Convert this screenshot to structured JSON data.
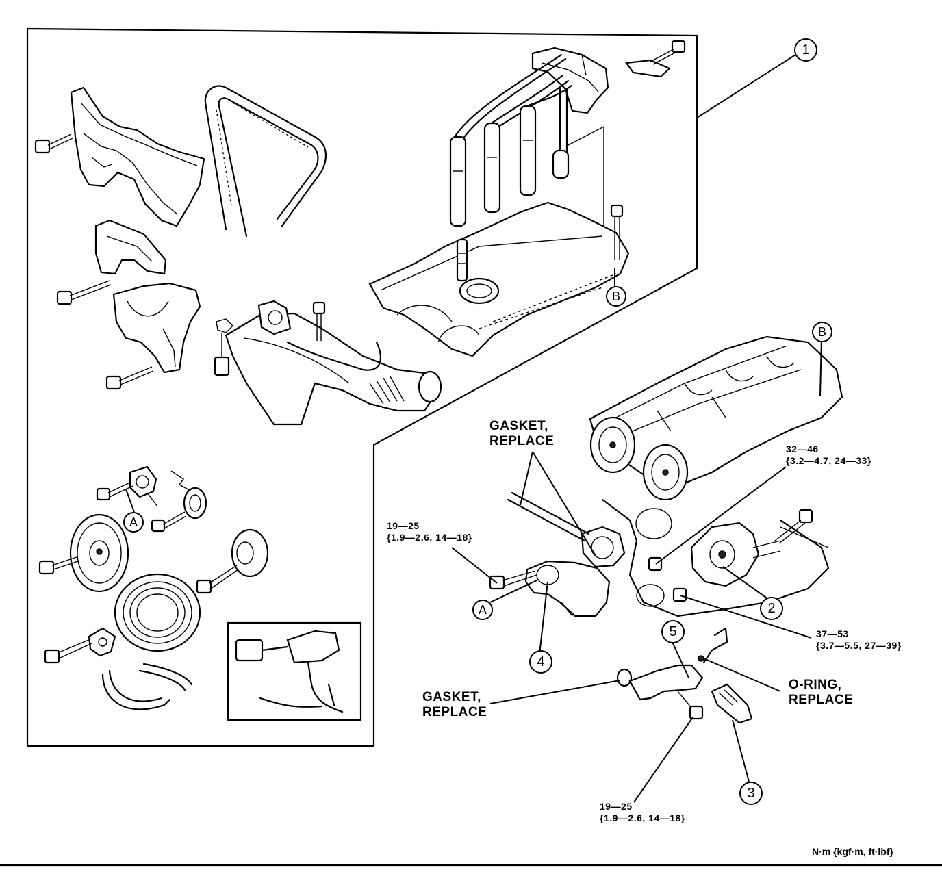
{
  "callouts": {
    "c1": "1",
    "c2": "2",
    "c3": "3",
    "c4": "4",
    "c5": "5"
  },
  "letters": {
    "a_left": "A",
    "a_right": "A",
    "b_upper": "B",
    "b_head": "B"
  },
  "labels": {
    "gasket_top": "GASKET,\nREPLACE",
    "gasket_bottom": "GASKET,\nREPLACE",
    "oring": "O-RING,\nREPLACE"
  },
  "torques": {
    "t_32_46": "32—46\n{3.2—4.7, 24—33}",
    "t_19_25_left": "19—25\n{1.9—2.6, 14—18}",
    "t_37_53": "37—53\n{3.7—5.5, 27—39}",
    "t_19_25_bottom": "19—25\n{1.9—2.6, 14—18}"
  },
  "units": "N·m {kgf·m, ft·lbf}"
}
